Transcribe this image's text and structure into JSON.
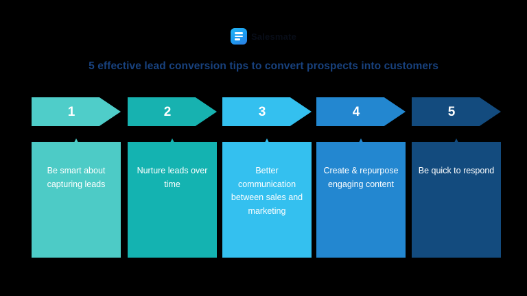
{
  "brand": {
    "name": "Salesmate",
    "logo_icon": "document-lines-icon",
    "logo_bg": "#1b9af0"
  },
  "headline": {
    "text": "5 effective lead conversion tips to convert prospects into customers",
    "color": "#18427f"
  },
  "background": "#000000",
  "steps": [
    {
      "number": "1",
      "text": "Be smart about capturing leads",
      "arrow_color": "#4fcdc9",
      "card_color": "#4dcbc6"
    },
    {
      "number": "2",
      "text": "Nurture leads over time",
      "arrow_color": "#17b2b0",
      "card_color": "#14b3b1"
    },
    {
      "number": "3",
      "text": "Better communication between sales and marketing",
      "arrow_color": "#34c0ef",
      "card_color": "#34c0ef"
    },
    {
      "number": "4",
      "text": "Create & repurpose engaging content",
      "arrow_color": "#2387d0",
      "card_color": "#2387d0"
    },
    {
      "number": "5",
      "text": "Be quick to respond",
      "arrow_color": "#134b7e",
      "card_color": "#134b7e"
    }
  ]
}
